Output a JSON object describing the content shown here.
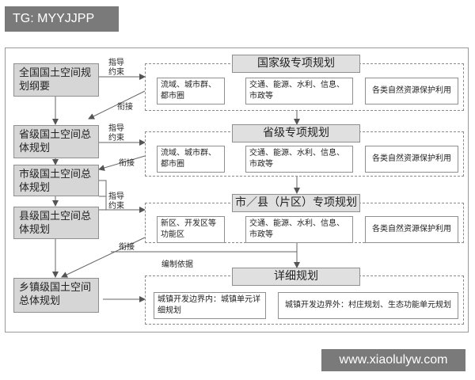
{
  "watermark_top": "TG: MYYJJPP",
  "watermark_bottom": "www.xiaolulyw.com",
  "left": {
    "national": "全国国土空间规划纲要",
    "provincial": "省级国土空间总体规划",
    "city": "市级国土空间总体规划",
    "county": "县级国土空间总体规划",
    "township": "乡镇级国土空间总体规划"
  },
  "headers": {
    "national": "国家级专项规划",
    "provincial": "省级专项规划",
    "city_county": "市／县（片区）专项规划",
    "detailed": "详细规划"
  },
  "row1": [
    "流域、城市群、都市圈",
    "交通、能源、水利、信息、市政等",
    "各类自然资源保护利用"
  ],
  "row2": [
    "流域、城市群、都市圈",
    "交通、能源、水利、信息、市政等",
    "各类自然资源保护利用"
  ],
  "row3": [
    "新区、开发区等功能区",
    "交通、能源、水利、信息、市政等",
    "各类自然资源保护利用"
  ],
  "row4": [
    "城镇开发边界内：城镇单元详细规划",
    "城镇开发边界外：村庄规划、生态功能单元规划"
  ],
  "labels": {
    "guide1": "指导约束",
    "link1": "衔接",
    "guide2": "指导约束",
    "link2": "衔接",
    "guide3": "指导约束",
    "link3": "衔接",
    "basis": "编制依据"
  }
}
